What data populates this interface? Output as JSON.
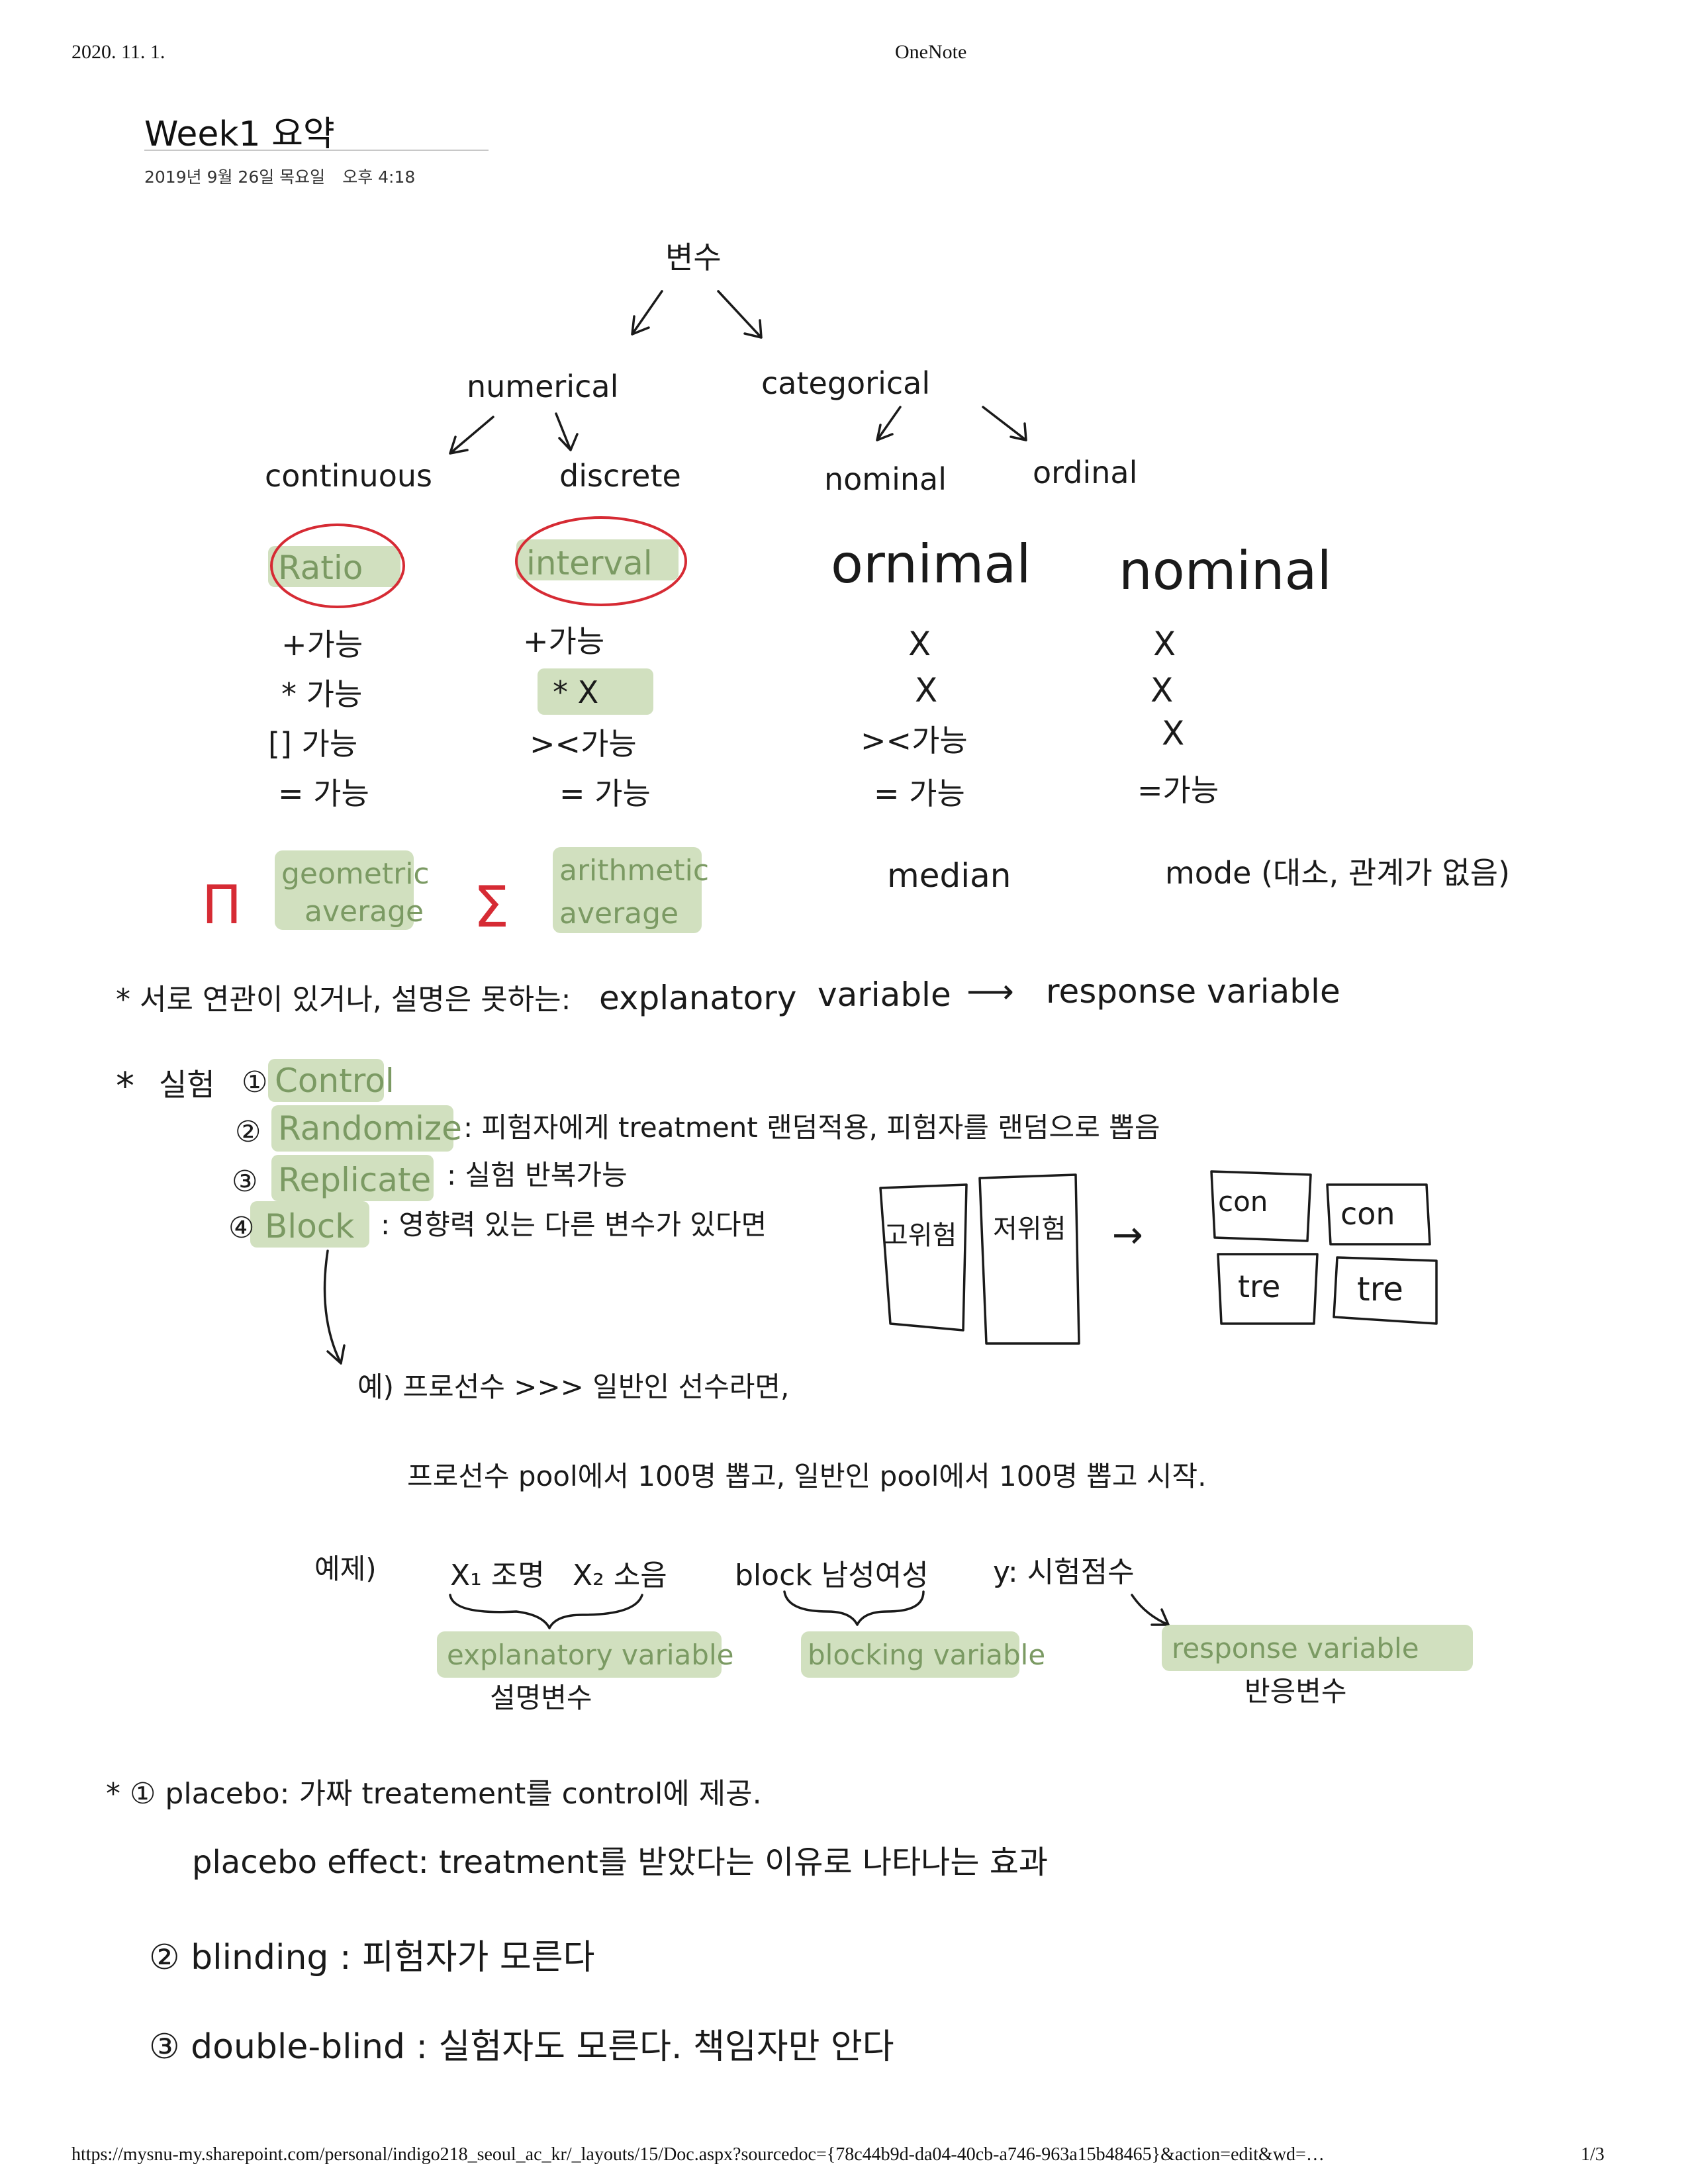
{
  "print_header": {
    "date": "2020. 11. 1.",
    "app": "OneNote"
  },
  "print_footer": {
    "url": "https://mysnu-my.sharepoint.com/personal/indigo218_seoul_ac_kr/_layouts/15/Doc.aspx?sourcedoc={78c44b9d-da04-40cb-a746-963a15b48465}&action=edit&wd=…",
    "page": "1/3"
  },
  "page": {
    "title": "Week1 요약",
    "date": "2019년 9월 26일 목요일",
    "time": "오후 4:18"
  },
  "tree": {
    "root": "변수",
    "numerical": "numerical",
    "categorical": "categorical",
    "continuous": "continuous",
    "discrete": "discrete",
    "nominal_small": "nominal",
    "ordinal_small": "ordinal"
  },
  "scales": [
    {
      "name": "Ratio",
      "ops": [
        "+가능",
        "* 가능",
        "[] 가능",
        "= 가능"
      ],
      "avg": [
        "geometric",
        "average"
      ],
      "symbol": "Π"
    },
    {
      "name": "interval",
      "ops": [
        "+가능",
        "* X",
        "><가능",
        "= 가능"
      ],
      "avg": [
        "arithmetic",
        "average"
      ],
      "symbol": "Σ"
    },
    {
      "name": "ornimal",
      "ops": [
        "X",
        "X",
        "><가능",
        "= 가능"
      ],
      "avg": [
        "median"
      ]
    },
    {
      "name": "nominal",
      "ops": [
        "X",
        "X",
        "X",
        "=가능"
      ],
      "avg": [
        "mode (대소, 관계가 없음)"
      ]
    }
  ],
  "notes": {
    "note1_prefix": "* 서로 연관이 있거나, 설명은 못하는:",
    "note1_explanatory": "explanatory",
    "note1_variable": "variable",
    "note1_arrow": "⟶",
    "note1_response": "response variable",
    "note2_star": "*",
    "note2_label": "실험",
    "steps": [
      {
        "num": "①",
        "term": "Control",
        "desc": ""
      },
      {
        "num": "②",
        "term": "Randomize",
        "desc": ": 피험자에게 treatment 랜덤적용, 피험자를 랜덤으로 뽑음"
      },
      {
        "num": "③",
        "term": "Replicate",
        "desc": ": 실험 반복가능"
      },
      {
        "num": "④",
        "term": "Block",
        "desc": ": 영향력 있는 다른 변수가 있다면"
      }
    ],
    "block_groups": [
      "고위험",
      "저위험"
    ],
    "block_cells": [
      "con",
      "con",
      "tre",
      "tre"
    ],
    "block_arrow": "→",
    "example1": "예) 프로선수 >>> 일반인 선수라면,",
    "example2": "프로선수 pool에서 100명 뽑고, 일반인 pool에서 100명 뽑고 시작.",
    "ex_label": "예제)",
    "ex_x1": "X₁ 조명",
    "ex_x2": "X₂ 소음",
    "ex_block": "block 남성여성",
    "ex_y": "y: 시험점수",
    "ex_explanatory": "explanatory variable",
    "ex_explanatory_kr": "설명변수",
    "ex_blocking": "blocking variable",
    "ex_response": "response variable",
    "ex_response_kr": "반응변수",
    "placebo1": "* ① placebo: 가짜 treatement를 control에 제공.",
    "placebo2": "placebo effect: treatment를 받았다는 이유로 나타나는 효과",
    "blinding": "② blinding : 피험자가 모른다",
    "double_blind": "③ double-blind : 실험자도 모른다. 책임자만 안다"
  }
}
